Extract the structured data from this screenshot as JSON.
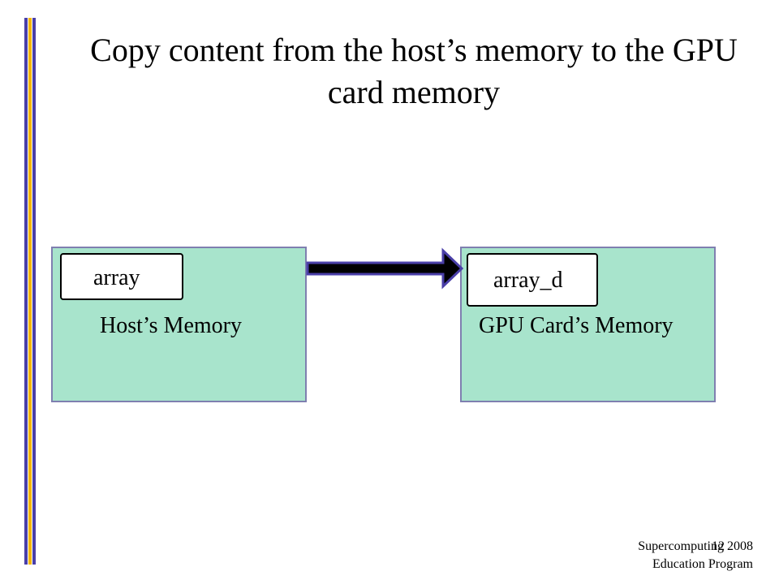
{
  "slide": {
    "title": "Copy content from the host’s memory to the GPU card memory",
    "host_memory_label": "Host’s Memory",
    "host_variable": "array",
    "gpu_memory_label": "GPU Card’s Memory",
    "gpu_variable": "array_d",
    "footer_line1": "Supercomputing 2008",
    "footer_line2": "Education Program",
    "page_number": "12"
  },
  "colors": {
    "memory_box_fill": "#a8e4cc",
    "memory_box_border": "#7f7fb0",
    "stripe_blue": "#4a3fa8",
    "stripe_yellow": "#f5b400",
    "arrow_fill": "#000000",
    "arrow_outline": "#4a3fa8"
  }
}
